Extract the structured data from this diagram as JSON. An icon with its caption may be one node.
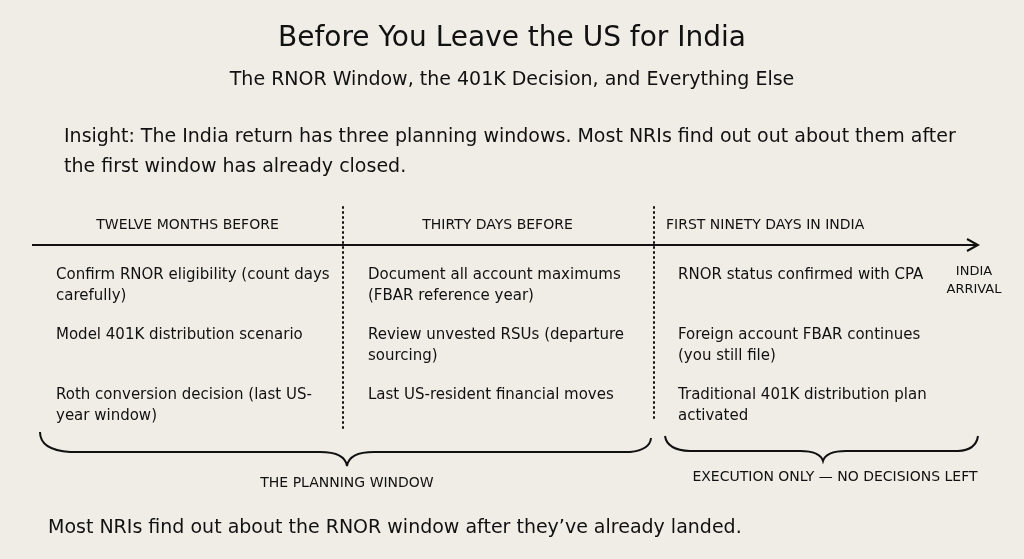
{
  "diagram": {
    "title": "Before You Leave the US for India",
    "caption": "Most NRIs find out about the RNOR window after they’ve already landed.",
    "labels": [
      "The RNOR Window, the 401K Decision, and Everything Else",
      "Insight: The India return has three planning windows. Most NRIs find out out about them after the first window has already closed.",
      "TWELVE MONTHS BEFORE",
      "THIRTY DAYS BEFORE",
      "FIRST NINETY DAYS IN INDIA",
      "Confirm RNOR eligibility (count days carefully)",
      "Model 401K distribution scenario",
      "Roth conversion decision (last US-year window)",
      "Document all account maximums (FBAR reference year)",
      "Review unvested RSUs (departure sourcing)",
      "Last US-resident financial moves",
      "RNOR status confirmed with CPA",
      "Foreign account FBAR continues (you still file)",
      "Traditional 401K distribution plan activated",
      "INDIA ARRIVAL",
      "THE PLANNING WINDOW",
      "EXECUTION ONLY — NO DECISIONS LEFT"
    ]
  }
}
